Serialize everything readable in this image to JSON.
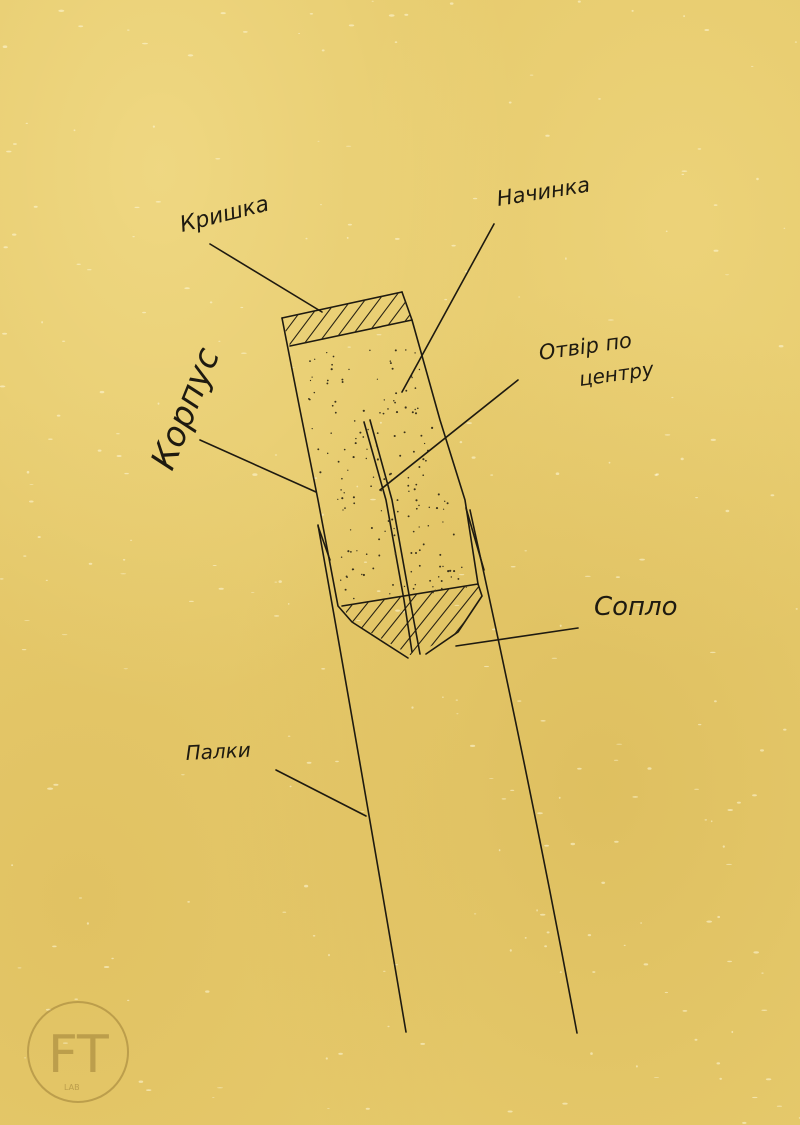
{
  "labels": {
    "lid": "Кришка",
    "filling": "Начинка",
    "hole_line1": "Отвір по",
    "hole_line2": "центру",
    "body": "Корпус",
    "nozzle": "Сопло",
    "sticks": "Палки"
  },
  "logo": {
    "text": "FT",
    "sub": "LAB"
  },
  "colors": {
    "paper": "#e6ca6c",
    "ink": "#1e1a10"
  }
}
